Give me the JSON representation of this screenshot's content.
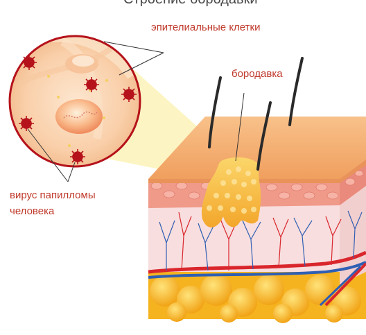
{
  "labels": {
    "top_partial": "Строение бородавки",
    "epithelial": "эпителиальные клетки",
    "wart": "бородавка",
    "virus_line1": "вирус папилломы",
    "virus_line2": "человека"
  },
  "colors": {
    "label_text": "#c0392b",
    "virus": "#b5121b",
    "skin_top": "#f4b274",
    "dermis": "#f8dede",
    "wart": "#f6c343",
    "fat": "#f3b21a",
    "artery": "#d9262c",
    "vein": "#2f5fb3",
    "hair": "#2a2a2a"
  },
  "icons": [
    "virus-icon",
    "hair-icon",
    "cell-nucleus-icon"
  ]
}
